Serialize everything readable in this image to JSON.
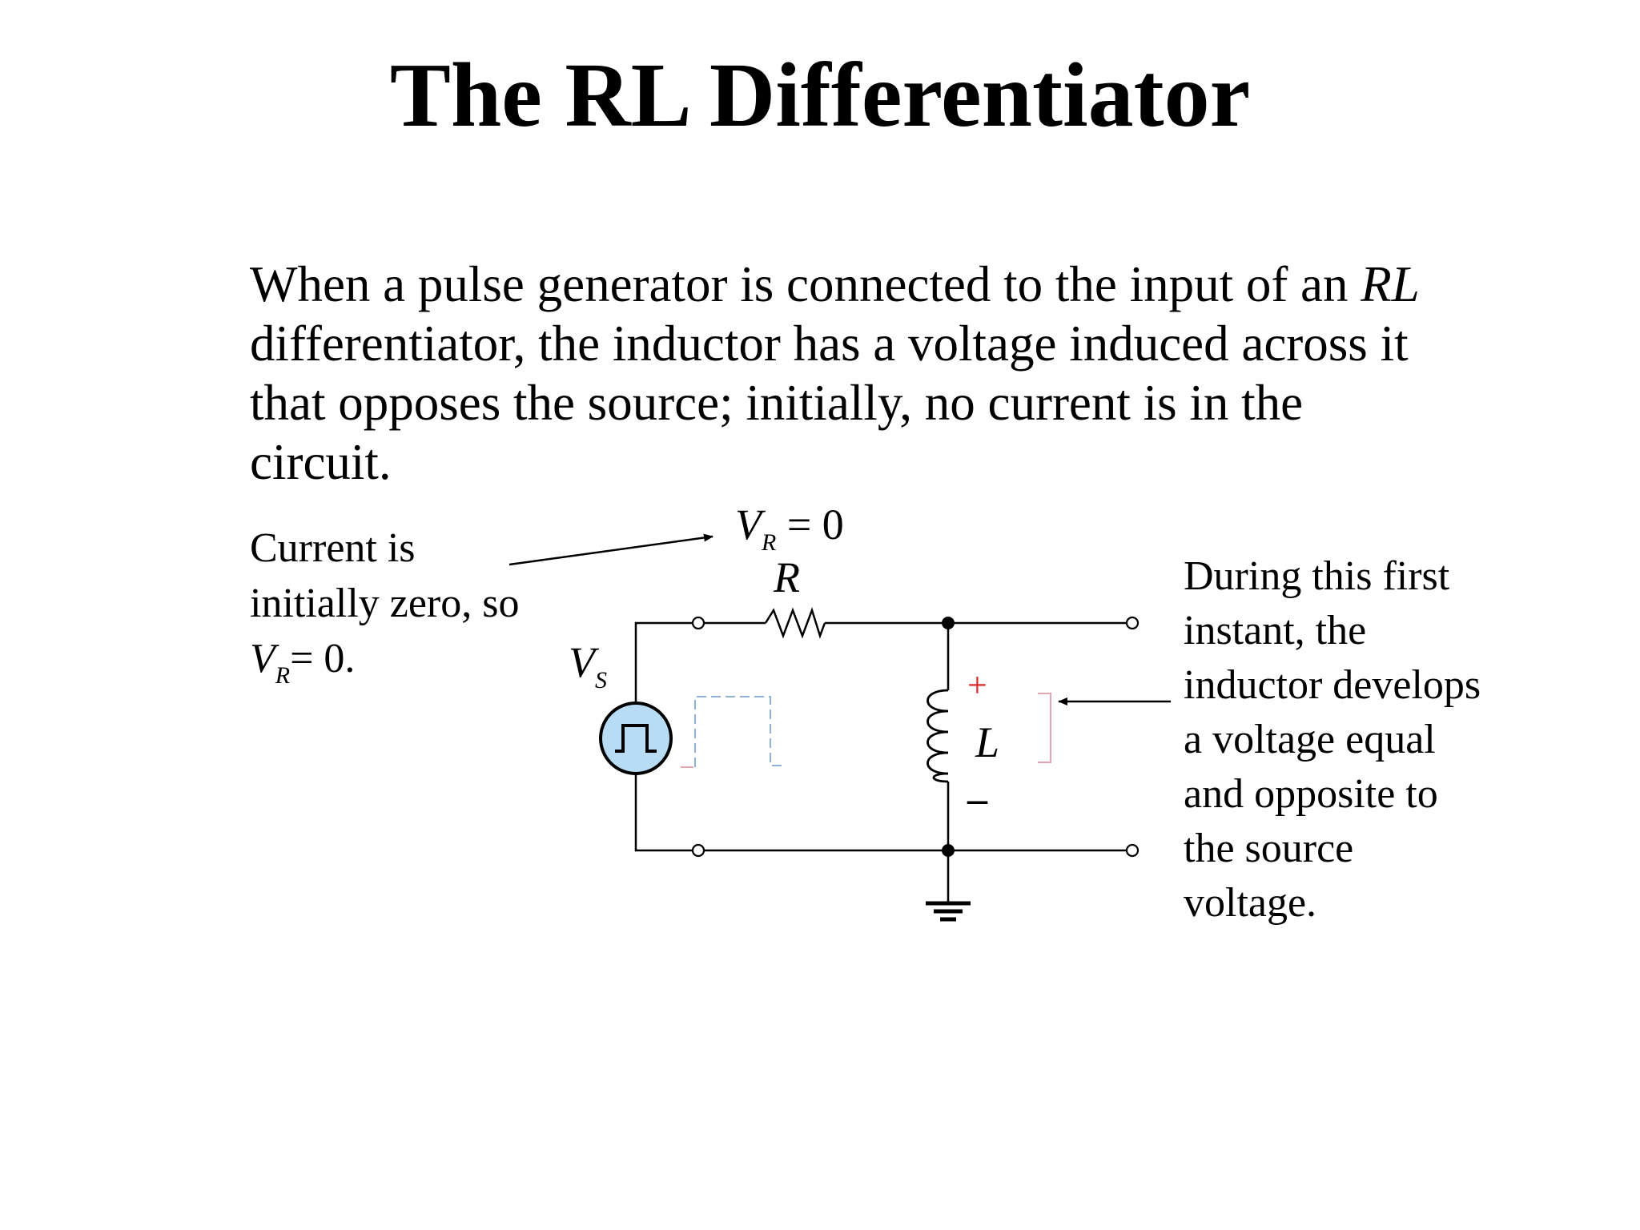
{
  "title": "The RL Differentiator",
  "intro": {
    "part1": "When a pulse generator is connected to the input of an ",
    "rl": "RL",
    "part2": " differentiator, the inductor has a voltage induced across it that opposes the source; initially, no current is in the circuit."
  },
  "left_note": {
    "line1": "Current is",
    "line2": "initially zero, so",
    "v": "V",
    "sub": "R",
    "eq": "= 0."
  },
  "right_note": {
    "lines": [
      "During this first",
      "instant, the",
      "inductor develops",
      "a voltage equal",
      "and opposite to",
      "the source",
      "voltage."
    ]
  },
  "circuit": {
    "vr_label": {
      "v": "V",
      "sub": "R",
      "eq": " = 0"
    },
    "r_label": "R",
    "vs_label": {
      "v": "V",
      "sub": "S"
    },
    "l_label": "L",
    "plus": "+",
    "minus": "–"
  },
  "colors": {
    "source_fill": "#b9dcf5",
    "plus_color": "#e0262a",
    "dashed_pulse": "#8fb3d8",
    "pink_pulse": "#e6a6b0"
  }
}
